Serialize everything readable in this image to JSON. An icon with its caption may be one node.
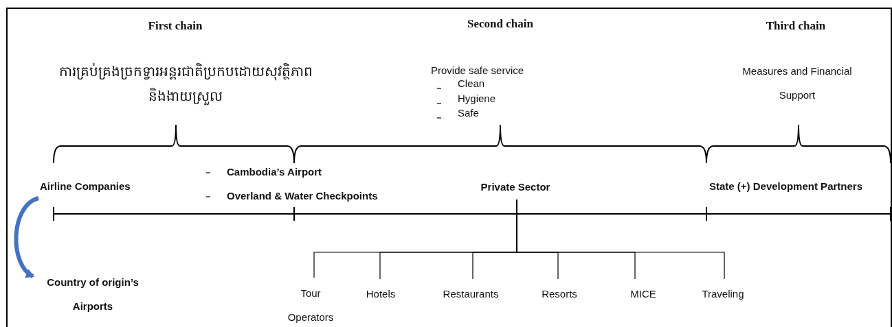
{
  "diagram": {
    "nodes": [
      {
        "text": [
          "Airline Companies"
        ]
      },
      {
        "text": [
          "Country of origin’s Airports"
        ]
      },
      {
        "text": [
          "Private Sector"
        ]
      },
      {
        "text": [
          "Tour Operators"
        ]
      },
      {
        "text": [
          "Hotels"
        ]
      },
      {
        "text": [
          "Restaurants"
        ]
      },
      {
        "text": [
          "Resorts"
        ]
      },
      {
        "text": [
          "MICE"
        ]
      },
      {
        "text": [
          "Traveling"
        ]
      }
    ],
    "edges": [
      {
        "from": 0,
        "to": 1,
        "arrow": "to",
        "style": "thick",
        "color": "#4472c4"
      },
      {
        "from": 2,
        "to": 3,
        "arrow": "none"
      },
      {
        "from": 2,
        "to": 4,
        "arrow": "none"
      },
      {
        "from": 2,
        "to": 5,
        "arrow": "none"
      },
      {
        "from": 2,
        "to": 6,
        "arrow": "none"
      },
      {
        "from": 2,
        "to": 7,
        "arrow": "none"
      },
      {
        "from": 2,
        "to": 8,
        "arrow": "none"
      }
    ],
    "labels": [
      "First chain",
      "Second chain",
      "Third chain",
      "ការគ្រប់គ្រងច្រកទ្វារអន្តរជាតិប្រកបដោយសុវត្ថិភាព និងងាយស្រួល",
      "Provide safe service",
      "Measures and Financial Support",
      "Clean",
      "Hygiene",
      "Safe",
      "Cambodia’s Airport",
      "Overland & Water Checkpoints",
      "State (+) Development Partners"
    ]
  }
}
